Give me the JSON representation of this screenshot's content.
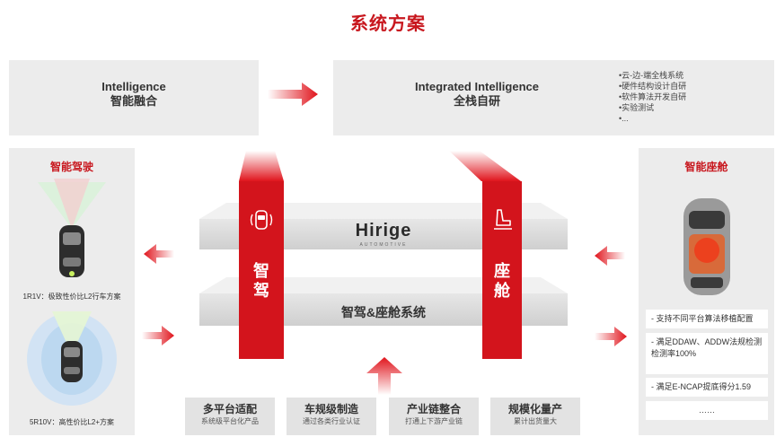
{
  "title": "系统方案",
  "intelligence": {
    "en": "Intelligence",
    "cn": "智能融合"
  },
  "integrated": {
    "en": "Integrated Intelligence",
    "cn": "全栈自研",
    "features": [
      "云-边-端全栈系统",
      "硬件结构设计自研",
      "软件算法开发自研",
      "实验测试",
      "..."
    ]
  },
  "driving_panel": {
    "title": "智能驾驶",
    "items": [
      {
        "caption": "1R1V：极致性价比L2行车方案"
      },
      {
        "caption": "5R10V：高性价比L2+方案"
      }
    ]
  },
  "cockpit_panel": {
    "title": "智能座舱",
    "checks": [
      "- 支持不同平台算法移植配置",
      "- 满足DDAW、ADDW法规检测检测率100%",
      "- 满足E-NCAP提底得分1.59",
      "……"
    ]
  },
  "center": {
    "brand": "Hirige",
    "brand_sub": "AUTOMOTIVE",
    "system": "智驾&座舱系统",
    "pillar_left": [
      "智",
      "驾"
    ],
    "pillar_right": [
      "座",
      "舱"
    ]
  },
  "bottom_cards": [
    {
      "title": "多平台适配",
      "sub": "系统级平台化产品"
    },
    {
      "title": "车规级制造",
      "sub": "通过各类行业认证"
    },
    {
      "title": "产业链整合",
      "sub": "打通上下游产业链"
    },
    {
      "title": "规模化量产",
      "sub": "累计出货量大"
    }
  ],
  "colors": {
    "accent": "#d3141c",
    "panel": "#ececec",
    "card": "#e3e3e3"
  },
  "icons": [
    "arrow-right-icon",
    "arrow-left-icon",
    "arrow-up-icon",
    "car-camera-icon",
    "car-seat-icon"
  ]
}
